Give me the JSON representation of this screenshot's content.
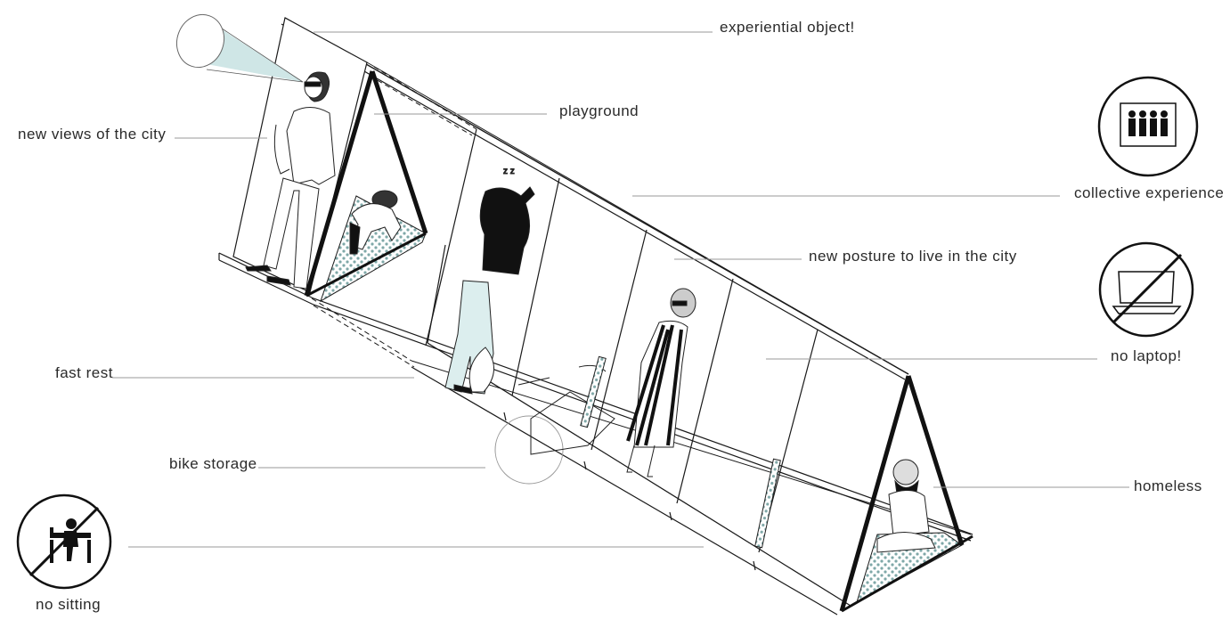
{
  "labels": {
    "experiential_object": "experiential object!",
    "playground": "playground",
    "new_views": "new views of the city",
    "collective_experience": "collective experience",
    "new_posture": "new posture to live in the city",
    "no_laptop": "no laptop!",
    "fast_rest": "fast rest",
    "bike_storage": "bike storage",
    "homeless": "homeless",
    "no_sitting": "no sitting"
  },
  "sleep_marks": "z z",
  "colors": {
    "line": "#1a1a1a",
    "leader": "#9a9a9a",
    "accent_blue": "#cfe6e6",
    "mat_dots": "#7fa8a8",
    "figure_fill": "#ffffff",
    "figure_dark": "#111111"
  }
}
